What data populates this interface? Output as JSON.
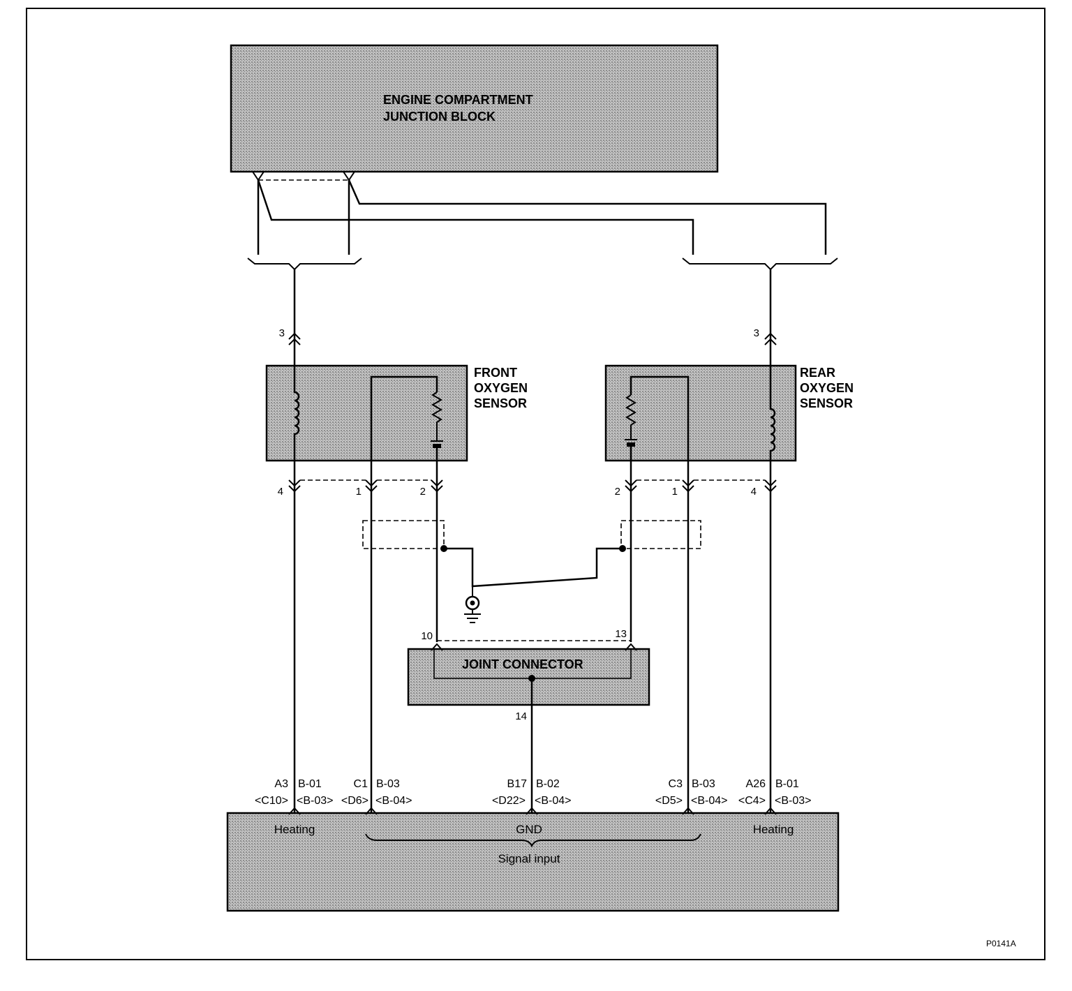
{
  "junction_block": {
    "label_line1": "ENGINE COMPARTMENT",
    "label_line2": "JUNCTION BLOCK"
  },
  "front_sensor": {
    "label": [
      "FRONT",
      "OXYGEN",
      "SENSOR"
    ],
    "pin_top": "3",
    "pins_bottom": [
      "4",
      "1",
      "2"
    ]
  },
  "rear_sensor": {
    "label": [
      "REAR",
      "OXYGEN",
      "SENSOR"
    ],
    "pin_top": "3",
    "pins_bottom": [
      "2",
      "1",
      "4"
    ]
  },
  "joint_connector": {
    "label": "JOINT CONNECTOR",
    "pin_front": "10",
    "pin_rear": "13",
    "pin_output": "14"
  },
  "ecm": {
    "terminals": [
      {
        "terminal": "A3",
        "connector": "B-01",
        "alt_terminal": "<C10>",
        "alt_connector": "<B-03>"
      },
      {
        "terminal": "C1",
        "connector": "B-03",
        "alt_terminal": "<D6>",
        "alt_connector": "<B-04>"
      },
      {
        "terminal": "B17",
        "connector": "B-02",
        "alt_terminal": "<D22>",
        "alt_connector": "<B-04>"
      },
      {
        "terminal": "C3",
        "connector": "B-03",
        "alt_terminal": "<D5>",
        "alt_connector": "<B-04>"
      },
      {
        "terminal": "A26",
        "connector": "B-01",
        "alt_terminal": "<C4>",
        "alt_connector": "<B-03>"
      }
    ],
    "heating_front": "Heating",
    "gnd": "GND",
    "heating_rear": "Heating",
    "signal_input": "Signal input"
  },
  "figure_code": "P0141A"
}
